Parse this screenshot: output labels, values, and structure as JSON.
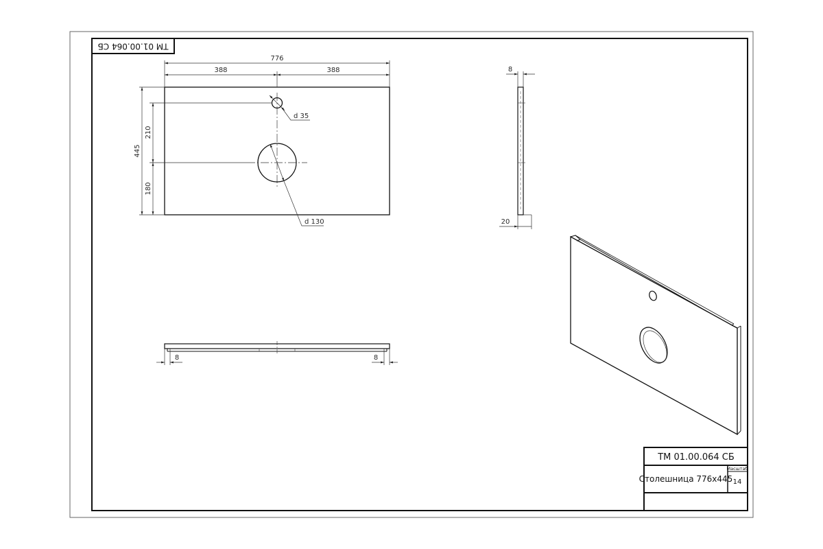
{
  "sheet": {
    "code_top_rotated": "TM 01.00.064 СБ"
  },
  "front_view": {
    "overall_width": "776",
    "half_left": "388",
    "half_right": "388",
    "overall_depth": "445",
    "dim_upper": "210",
    "dim_lower": "180",
    "small_hole": "d 35",
    "large_hole": "d 130"
  },
  "side_view": {
    "thickness_top": "8",
    "height_bottom": "20"
  },
  "bottom_view": {
    "left_edge": "8",
    "right_edge": "8"
  },
  "title_block": {
    "designation": "TM 01.00.064 СБ",
    "name": "Столешница 776х445",
    "scale_label": "Масштаб",
    "scale_value": "14"
  }
}
